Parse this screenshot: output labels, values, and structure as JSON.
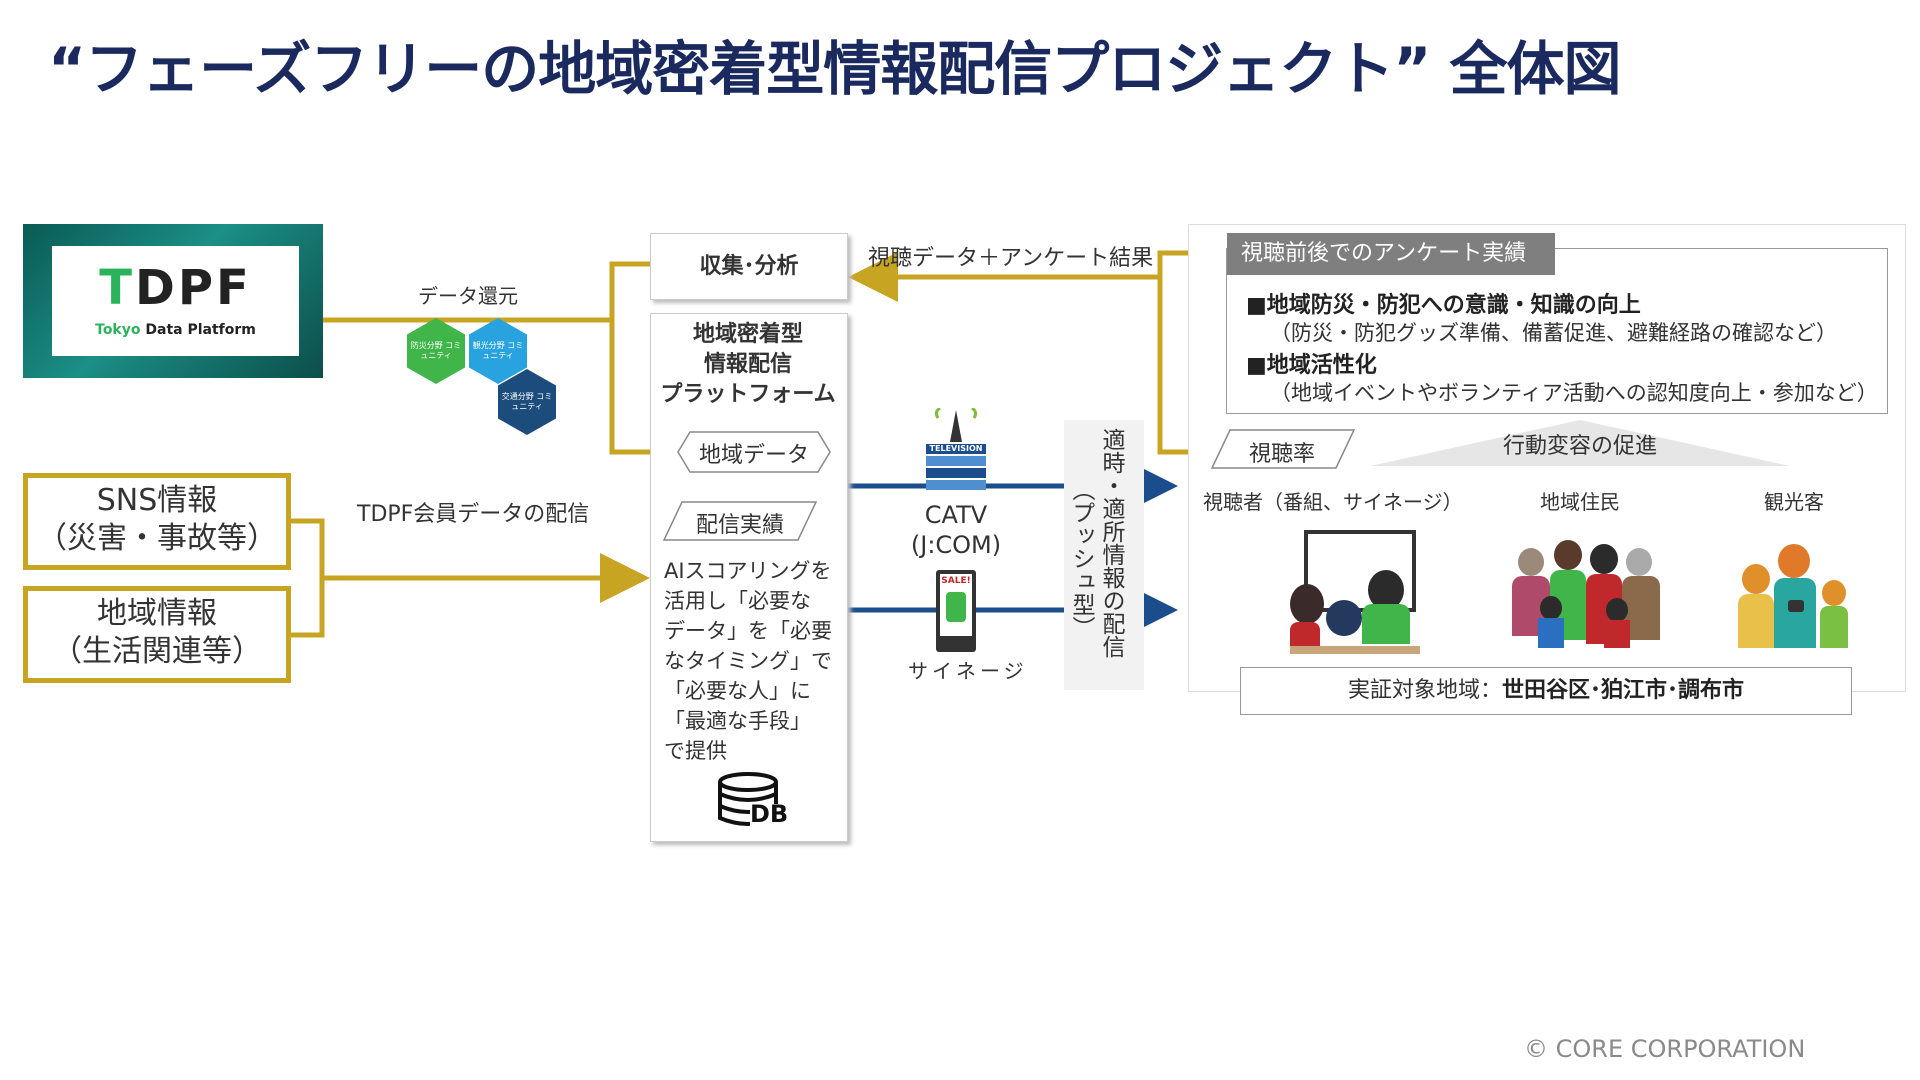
{
  "title": "“フェーズフリーの地域密着型情報配信プロジェクト” 全体図",
  "copyright": "© CORE CORPORATION",
  "tdpf": {
    "logo": "TDPF",
    "sub_tokyo": "Tokyo",
    "sub_rest": " Data Platform"
  },
  "hexagons": [
    {
      "label": "防災分野 コミュニティ",
      "color": "#3fb54a"
    },
    {
      "label": "観光分野 コミュニティ",
      "color": "#29a3df"
    },
    {
      "label": "交通分野 コミュニティ",
      "color": "#1b4c7c"
    }
  ],
  "labels": {
    "data_return": "データ還元",
    "member_data": "TDPF会員データの配信",
    "viewing_data": "視聴データ＋アンケート結果"
  },
  "inputs": {
    "sns": [
      "SNS情報",
      "（災害・事故等）"
    ],
    "region": [
      "地域情報",
      "（生活関連等）"
    ]
  },
  "platform": {
    "collect": "収集･分析",
    "title": [
      "地域密着型",
      "情報配信",
      "プラットフォーム"
    ],
    "regional_data": "地域データ",
    "delivery_record": "配信実績",
    "description": [
      "AIスコアリングを",
      "活用し「必要な",
      "データ」を「必要",
      "なタイミング」で",
      "「必要な人」に",
      "「最適な手段」",
      "で提供"
    ],
    "db_label": "DB"
  },
  "channels": {
    "catv": [
      "CATV",
      "(J:COM)"
    ],
    "tv_label": "TELEVISION",
    "signage": "サイネージ",
    "sale_label": "SALE!"
  },
  "push": [
    "適時・適所情報の配信",
    "（プッシュ型）"
  ],
  "survey": {
    "header": "視聴前後でのアンケート実績",
    "bullets": [
      {
        "title": "■地域防災・防犯への意識・知識の向上",
        "sub": "（防災・防犯グッズ準備、備蓄促進、避難経路の確認など）"
      },
      {
        "title": "■地域活性化",
        "sub": "（地域イベントやボランティア活動への認知度向上・参加など）"
      }
    ]
  },
  "viewing_rate": "視聴率",
  "behavior": "行動変容の促進",
  "audiences": [
    "視聴者（番組、サイネージ）",
    "地域住民",
    "観光客"
  ],
  "verify": {
    "prefix": "実証対象地域：",
    "areas": "世田谷区･狛江市･調布市"
  },
  "colors": {
    "gold": "#c8a423",
    "navy": "#1b4c8c",
    "title": "#1b2a5e"
  }
}
